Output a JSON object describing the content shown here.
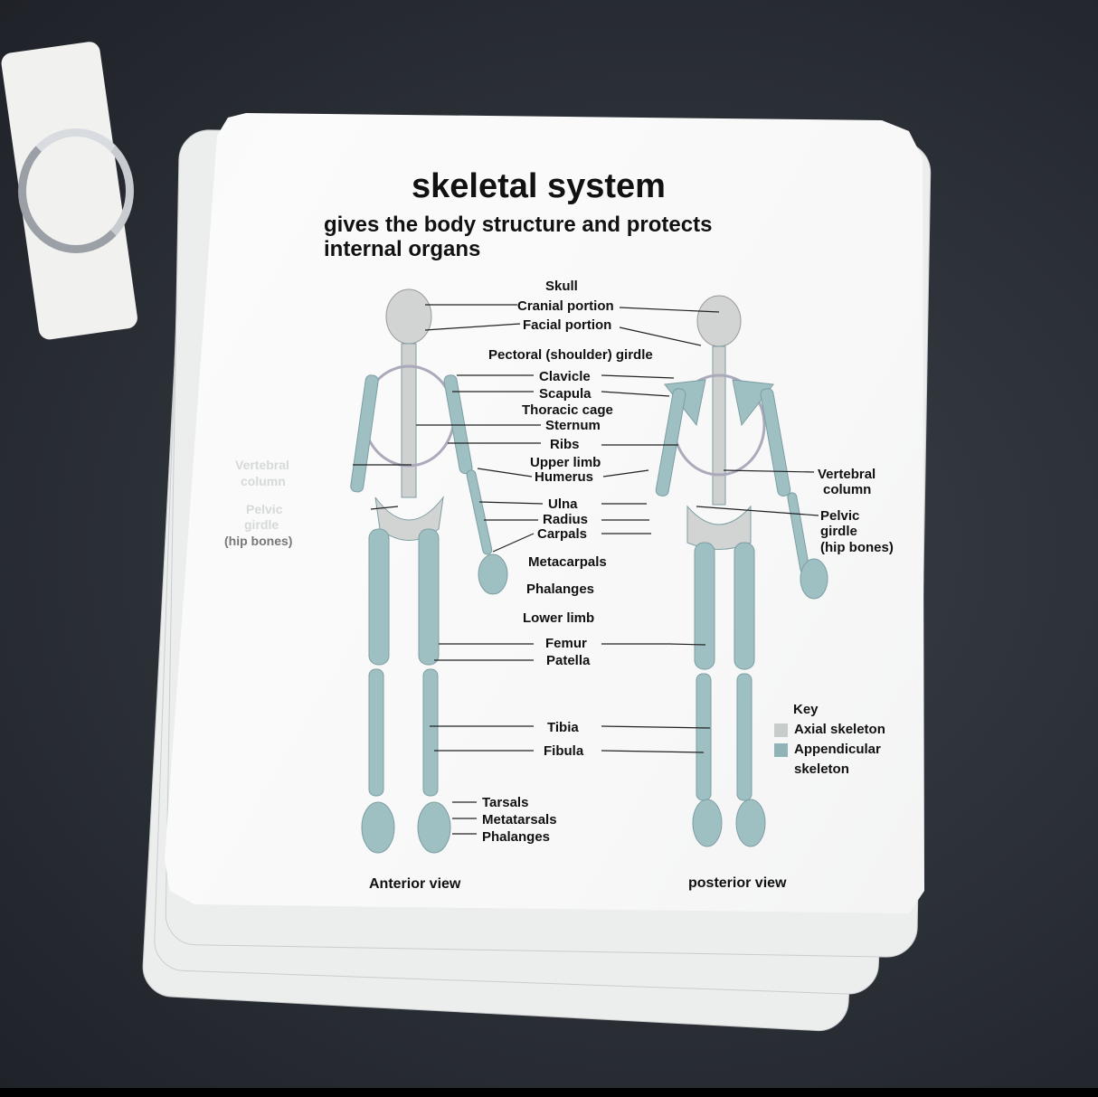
{
  "card": {
    "title": "skeletal system",
    "subtitle_line1": "gives the body structure and protects",
    "subtitle_line2": "internal organs",
    "labels": {
      "skull": "Skull",
      "cranial": "Cranial portion",
      "facial": "Facial portion",
      "pectoral": "Pectoral (shoulder) girdle",
      "clavicle": "Clavicle",
      "scapula": "Scapula",
      "thoracic": "Thoracic cage",
      "sternum": "Sternum",
      "ribs": "Ribs",
      "upper_limb": "Upper limb",
      "humerus": "Humerus",
      "ulna": "Ulna",
      "radius": "Radius",
      "carpals": "Carpals",
      "metacarpals": "Metacarpals",
      "phalanges_hand": "Phalanges",
      "lower_limb": "Lower limb",
      "femur": "Femur",
      "patella": "Patella",
      "tibia": "Tibia",
      "fibula": "Fibula",
      "tarsals": "Tarsals",
      "metatarsals": "Metatarsals",
      "phalanges_foot": "Phalanges",
      "vertebral_1": "Vertebral",
      "vertebral_2": "column",
      "pelvic_1": "Pelvic",
      "pelvic_2": "girdle",
      "pelvic_3": "(hip bones)"
    },
    "ghost_labels": {
      "vertebral_1": "Vertebral",
      "vertebral_2": "column",
      "pelvic_1": "Pelvic",
      "pelvic_2": "girdle",
      "pelvic_3": "(hip bones)"
    },
    "key": {
      "title": "Key",
      "axial": "Axial skeleton",
      "appendicular_1": "Appendicular",
      "appendicular_2": "skeleton",
      "axial_color": "#c9cccc",
      "appendicular_color": "#8fb3b7"
    },
    "anterior_view": "Anterior view",
    "posterior_view": "posterior view"
  }
}
